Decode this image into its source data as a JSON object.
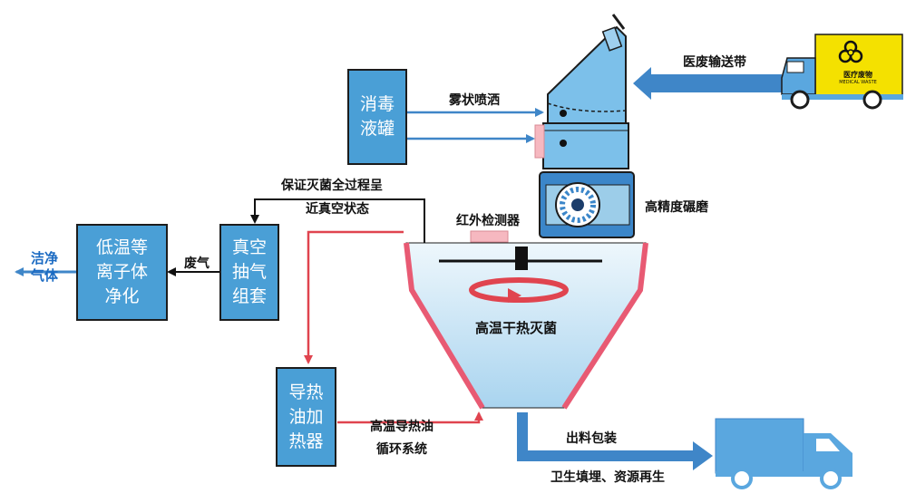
{
  "colors": {
    "box_fill": "#4a9fd6",
    "arrow_blue": "#3f86c8",
    "arrow_red": "#e0444f",
    "chamber_fill": "#cfe6f5",
    "machine_fill": "#7cc0ea",
    "truck_yellow": "#f4e100",
    "truck_blue": "#5aa7df"
  },
  "boxes": {
    "disinfectant_tank": "消毒\n液罐",
    "vacuum_pump": "真空\n抽气\n组套",
    "plasma_purifier": "低温等\n离子体\n净化",
    "oil_heater": "导热\n油加\n热器"
  },
  "labels": {
    "spray": "雾状喷洒",
    "conveyor": "医废输送带",
    "shredder": "高精度碾磨",
    "infrared": "红外检测器",
    "vacuum_note_line1": "保证灭菌全过程呈",
    "vacuum_note_line2": "近真空状态",
    "exhaust": "废气",
    "clean_gas": "洁净\n气体",
    "chamber": "高温干热灭菌",
    "oil_line1": "高温导热油",
    "oil_line2": "循环系统",
    "output": "出料包装",
    "disposal": "卫生填埋、资源再生"
  },
  "truck_badge": {
    "text": "医疗废物",
    "sub": "MEDICAL WASTE"
  },
  "icons": [
    "biohazard-icon",
    "rotation-arrow-icon"
  ]
}
